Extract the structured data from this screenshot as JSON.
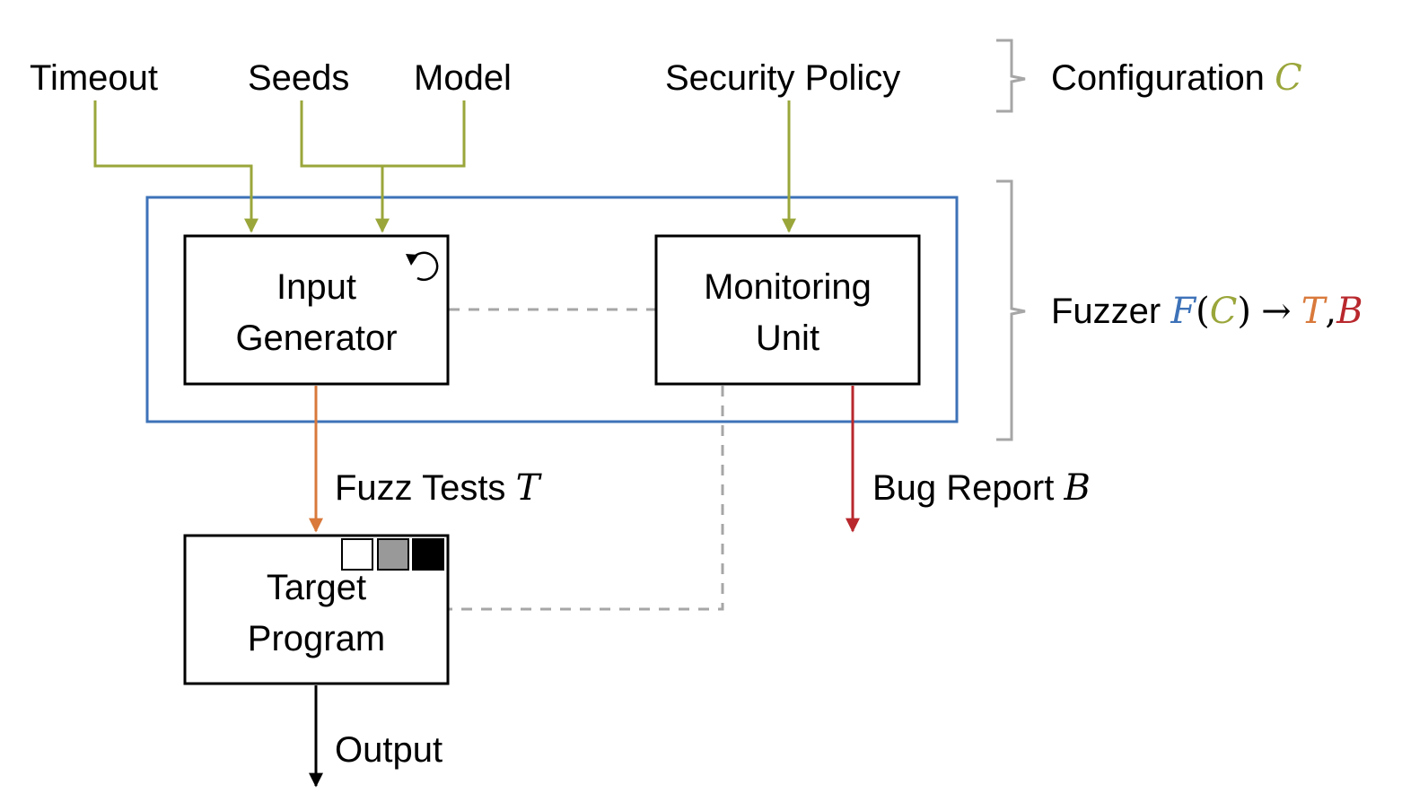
{
  "inputs": {
    "timeout": "Timeout",
    "seeds": "Seeds",
    "model": "Model",
    "security_policy": "Security Policy"
  },
  "blocks": {
    "input_generator": {
      "line1": "Input",
      "line2": "Generator"
    },
    "monitoring_unit": {
      "line1": "Monitoring",
      "line2": "Unit"
    },
    "target_program": {
      "line1": "Target",
      "line2": "Program"
    }
  },
  "edges": {
    "fuzz_tests": {
      "label": "Fuzz Tests",
      "symbol": "T"
    },
    "bug_report": {
      "label": "Bug Report",
      "symbol": "B"
    },
    "output": {
      "label": "Output"
    }
  },
  "legend": {
    "configuration": {
      "label": "Configuration",
      "symbol": "C"
    },
    "fuzzer": {
      "label": "Fuzzer",
      "f": "F",
      "open": "(",
      "c": "C",
      "close": ")",
      "arrow": "→",
      "t": "T",
      "comma": ",",
      "b": "B"
    }
  },
  "icons": {
    "input_generator": "loop-icon",
    "target_program": [
      "white-box-icon",
      "gray-box-icon",
      "black-box-icon"
    ]
  },
  "colors": {
    "config": "#9AA63A",
    "fuzzer_frame": "#3D72B8",
    "tests": "#D9793B",
    "bug": "#B8282D",
    "dashed": "#A6A6A6",
    "brace": "#A6A6A6",
    "gray_box": "#999999"
  }
}
